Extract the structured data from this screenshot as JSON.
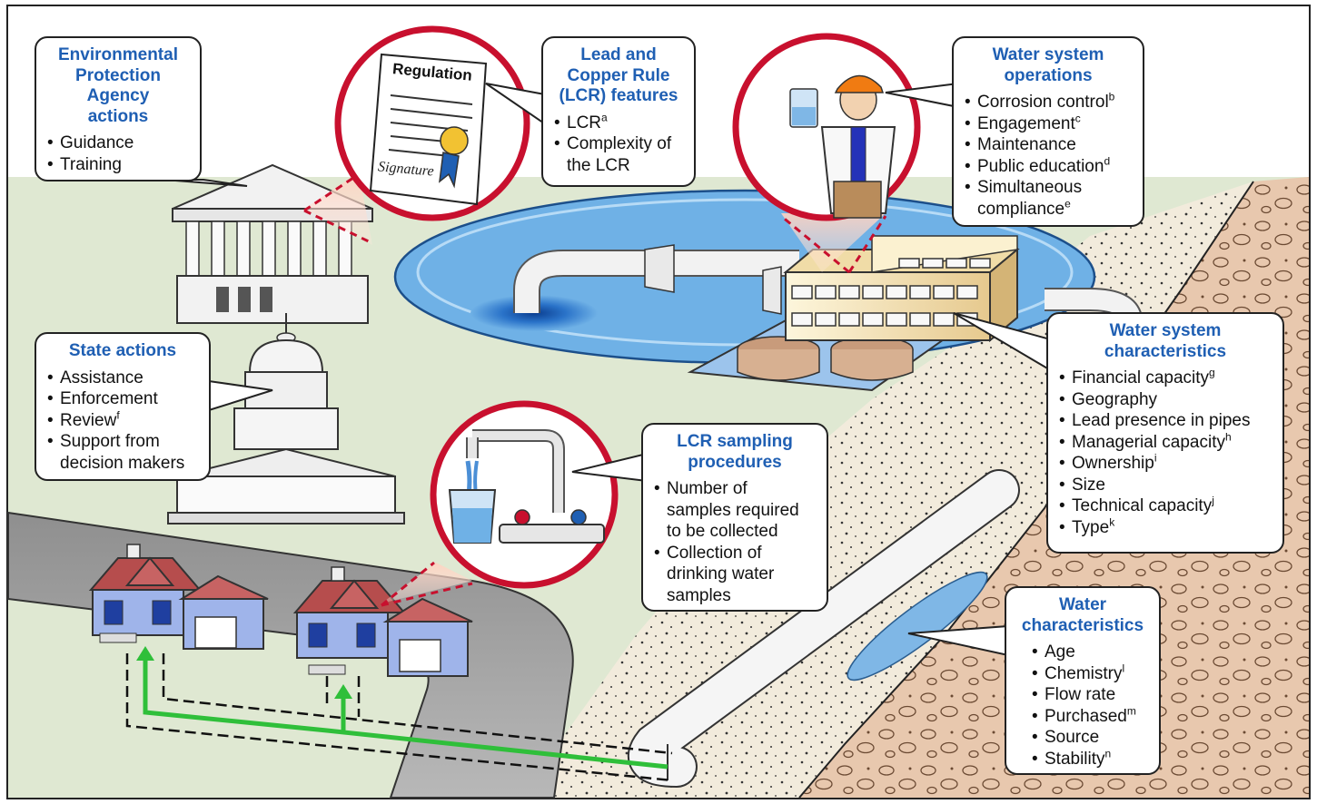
{
  "callouts": {
    "epa": {
      "title_lines": [
        "Environmental",
        "Protection",
        "Agency",
        "actions"
      ],
      "items": [
        {
          "text": "Guidance",
          "sup": ""
        },
        {
          "text": "Training",
          "sup": ""
        }
      ]
    },
    "lcr": {
      "title_lines": [
        "Lead and",
        "Copper Rule",
        "(LCR) features"
      ],
      "items": [
        {
          "text": "LCR",
          "sup": "a"
        },
        {
          "text": "Complexity of the LCR",
          "sup": ""
        }
      ]
    },
    "ops": {
      "title_lines": [
        "Water system",
        "operations"
      ],
      "items": [
        {
          "text": "Corrosion control",
          "sup": "b"
        },
        {
          "text": "Engagement",
          "sup": "c"
        },
        {
          "text": "Maintenance",
          "sup": ""
        },
        {
          "text": "Public education",
          "sup": "d"
        },
        {
          "text": "Simultaneous compliance",
          "sup": "e"
        }
      ]
    },
    "state": {
      "title_lines": [
        "State actions"
      ],
      "items": [
        {
          "text": "Assistance",
          "sup": ""
        },
        {
          "text": "Enforcement",
          "sup": ""
        },
        {
          "text": "Review",
          "sup": "f"
        },
        {
          "text": "Support from decision makers",
          "sup": ""
        }
      ]
    },
    "sampling": {
      "title_lines": [
        "LCR sampling",
        "procedures"
      ],
      "items": [
        {
          "text": "Number of samples required to be collected",
          "sup": ""
        },
        {
          "text": "Collection of drinking water samples",
          "sup": ""
        }
      ]
    },
    "syschar": {
      "title_lines": [
        "Water system",
        "characteristics"
      ],
      "items": [
        {
          "text": "Financial capacity",
          "sup": "g"
        },
        {
          "text": "Geography",
          "sup": ""
        },
        {
          "text": "Lead presence in pipes",
          "sup": ""
        },
        {
          "text": "Managerial capacity",
          "sup": "h"
        },
        {
          "text": "Ownership",
          "sup": "i"
        },
        {
          "text": "Size",
          "sup": ""
        },
        {
          "text": "Technical capacity",
          "sup": "j"
        },
        {
          "text": "Type",
          "sup": "k"
        }
      ]
    },
    "waterchar": {
      "title_lines": [
        "Water",
        "characteristics"
      ],
      "items": [
        {
          "text": "Age",
          "sup": ""
        },
        {
          "text": "Chemistry",
          "sup": "l"
        },
        {
          "text": "Flow rate",
          "sup": ""
        },
        {
          "text": "Purchased",
          "sup": "m"
        },
        {
          "text": "Source",
          "sup": ""
        },
        {
          "text": "Stability",
          "sup": "n"
        }
      ]
    }
  },
  "document_labels": {
    "regulation": "Regulation",
    "signature": "Signature"
  },
  "colors": {
    "title_blue": "#1f5fb3",
    "magnifier_red": "#c8102e",
    "flow_arrow_green": "#2fbf3a",
    "sky": "#ffffff",
    "ground": "#dfe8d2",
    "water": "#6fb1e6",
    "soil": "#e8c8ae"
  }
}
